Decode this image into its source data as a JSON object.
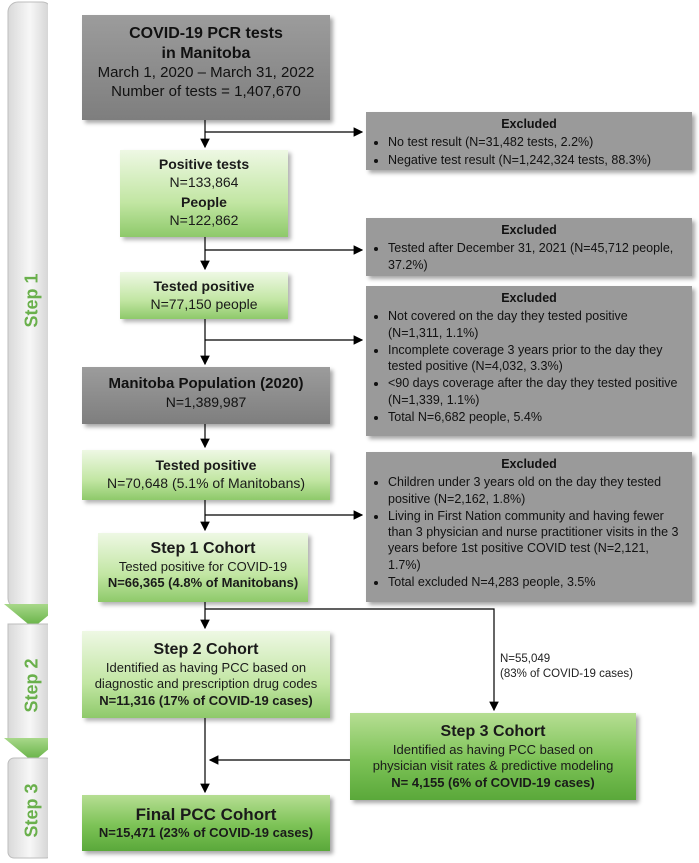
{
  "steps": [
    "Step 1",
    "Step 2",
    "Step 3"
  ],
  "boxes": {
    "all_tests": {
      "title_line1": "COVID-19 PCR tests",
      "title_line2": "in Manitoba",
      "dates": "March 1, 2020 – March 31, 2022",
      "count": "Number of tests = 1,407,670"
    },
    "positive_tests": {
      "label1": "Positive tests",
      "value1": "N=133,864",
      "label2": "People",
      "value2": "N=122,862"
    },
    "tested_positive_1": {
      "label": "Tested positive",
      "value": "N=77,150 people"
    },
    "population": {
      "label": "Manitoba Population (2020)",
      "value": "N=1,389,987"
    },
    "tested_positive_2": {
      "label": "Tested positive",
      "value": "N=70,648 (5.1% of Manitobans)"
    },
    "step1_cohort": {
      "title": "Step 1 Cohort",
      "line": "Tested positive for COVID-19",
      "value": "N=66,365 (4.8% of Manitobans)"
    },
    "step2_cohort": {
      "title": "Step 2 Cohort",
      "line1": "Identified as having PCC based on",
      "line2": "diagnostic and prescription drug codes",
      "value": "N=11,316 (17% of COVID-19 cases)"
    },
    "step3_cohort": {
      "title": "Step 3 Cohort",
      "line1": "Identified as having PCC based on",
      "line2": "physician visit rates & predictive modeling",
      "value": "N= 4,155 (6% of COVID-19 cases)"
    },
    "final_cohort": {
      "title": "Final PCC Cohort",
      "value": "N=15,471 (23% of COVID-19 cases)"
    }
  },
  "exclusions": [
    {
      "title": "Excluded",
      "items": [
        "No test result (N=31,482 tests, 2.2%)",
        "Negative test result (N=1,242,324 tests, 88.3%)"
      ]
    },
    {
      "title": "Excluded",
      "items": [
        "Tested after December 31, 2021 (N=45,712 people, 37.2%)"
      ]
    },
    {
      "title": "Excluded",
      "items": [
        "Not covered on the day they tested positive (N=1,311, 1.1%)",
        "Incomplete coverage 3 years prior to the day they tested positive (N=4,032, 3.3%)",
        "<90 days coverage after the day they tested positive (N=1,339, 1.1%)",
        "Total N=6,682 people, 5.4%"
      ]
    },
    {
      "title": "Excluded",
      "items": [
        "Children under 3 years old on the day they tested positive (N=2,162, 1.8%)",
        "Living in First Nation community and having fewer than 3 physician and nurse practitioner visits in the 3 years before 1st positive COVID test (N=2,121, 1.7%)",
        "Total excluded N=4,283 people, 3.5%"
      ]
    }
  ],
  "branch_note": {
    "line1": "N=55,049",
    "line2": "(83% of COVID-19 cases)"
  },
  "colors": {
    "step_label": "#6ab04c",
    "gray_box": "#8c8c8c",
    "green_light": "#c2e6a3",
    "green_dark": "#5aa83a"
  }
}
